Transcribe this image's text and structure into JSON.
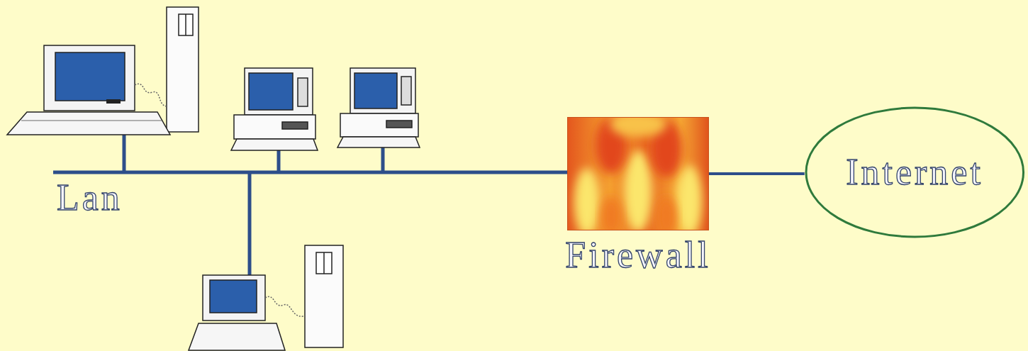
{
  "diagram": {
    "nodes": [
      {
        "text": [
          "Firewall"
        ]
      },
      {
        "text": [
          "Internet"
        ]
      }
    ],
    "edges": [
      {
        "from": 0,
        "to": 1,
        "arrow": "none"
      }
    ],
    "labels": [
      "Lan"
    ]
  }
}
